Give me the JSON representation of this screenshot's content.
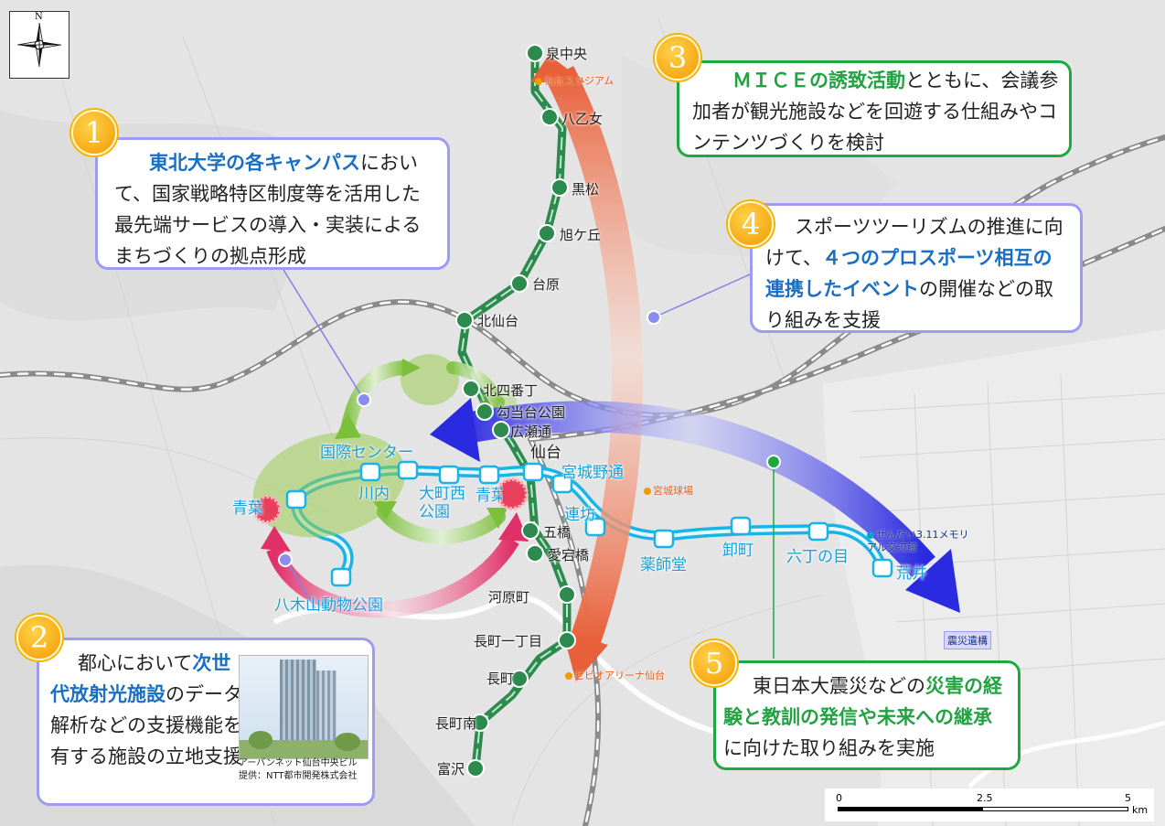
{
  "compass": {
    "north_label": "N",
    "icon": "compass-rose-icon"
  },
  "callouts": [
    {
      "number": "1",
      "parts": [
        {
          "text": "東北大学の各キャンパス",
          "style": "blue"
        },
        {
          "text": "において、国家戦略特区制度等を活用した最先端サービスの導入・実装によるまちづくりの拠点形成",
          "style": ""
        }
      ]
    },
    {
      "number": "2",
      "parts": [
        {
          "text": "都心において",
          "style": ""
        },
        {
          "text": "次世代放射光施設",
          "style": "blue"
        },
        {
          "text": "のデータ解析などの支援機能を有する施設の立地支援",
          "style": ""
        }
      ],
      "photo_caption": "アーバンネット仙台中央ビル",
      "photo_credit": "提供：NTT都市開発株式会社"
    },
    {
      "number": "3",
      "parts": [
        {
          "text": "ＭＩＣＥの誘致活動",
          "style": "green"
        },
        {
          "text": "とともに、会議参加者が観光施設などを回遊する仕組みやコンテンツづくりを検討",
          "style": ""
        }
      ]
    },
    {
      "number": "4",
      "parts": [
        {
          "text": "スポーツツーリズムの推進に向けて、",
          "style": ""
        },
        {
          "text": "４つのプロスポーツ相互の連携したイベント",
          "style": "blue"
        },
        {
          "text": "の開催などの取り組みを支援",
          "style": ""
        }
      ]
    },
    {
      "number": "5",
      "parts": [
        {
          "text": "東日本大震災などの",
          "style": ""
        },
        {
          "text": "災害の経験と教訓の発信や未来への継承",
          "style": "green"
        },
        {
          "text": "に向けた取り組みを実施",
          "style": ""
        }
      ]
    }
  ],
  "stations_namboku": [
    "泉中央",
    "八乙女",
    "黒松",
    "旭ケ丘",
    "台原",
    "北仙台",
    "北四番丁",
    "勾当台公園",
    "広瀬通",
    "仙台",
    "五橋",
    "愛宕橋",
    "河原町",
    "長町一丁目",
    "長町",
    "長町南",
    "富沢"
  ],
  "stations_tozai": [
    "八木山動物公園",
    "青葉",
    "川内",
    "国際センター",
    "大町西公園",
    "青葉通",
    "宮城野通",
    "連坊",
    "薬師堂",
    "卸町",
    "六丁の目",
    "荒井"
  ],
  "venues": [
    "仙台スタジアム",
    "宮城球場",
    "ゼビオアリーナ仙台",
    "せんだい3.11メモリアル交流館",
    "震災遺構"
  ],
  "scale": {
    "ticks": [
      "0",
      "2.5",
      "5"
    ],
    "unit": "km"
  },
  "colors": {
    "namboku": "#2d8a4e",
    "tozai": "#19b4e6",
    "callout_blue": "#9c9cf0",
    "callout_green": "#20a840",
    "accent_orange": "#f39a00",
    "arrow_red": "#e8603a",
    "arrow_blue": "#3030e0",
    "arrow_pink": "#e0306a"
  }
}
